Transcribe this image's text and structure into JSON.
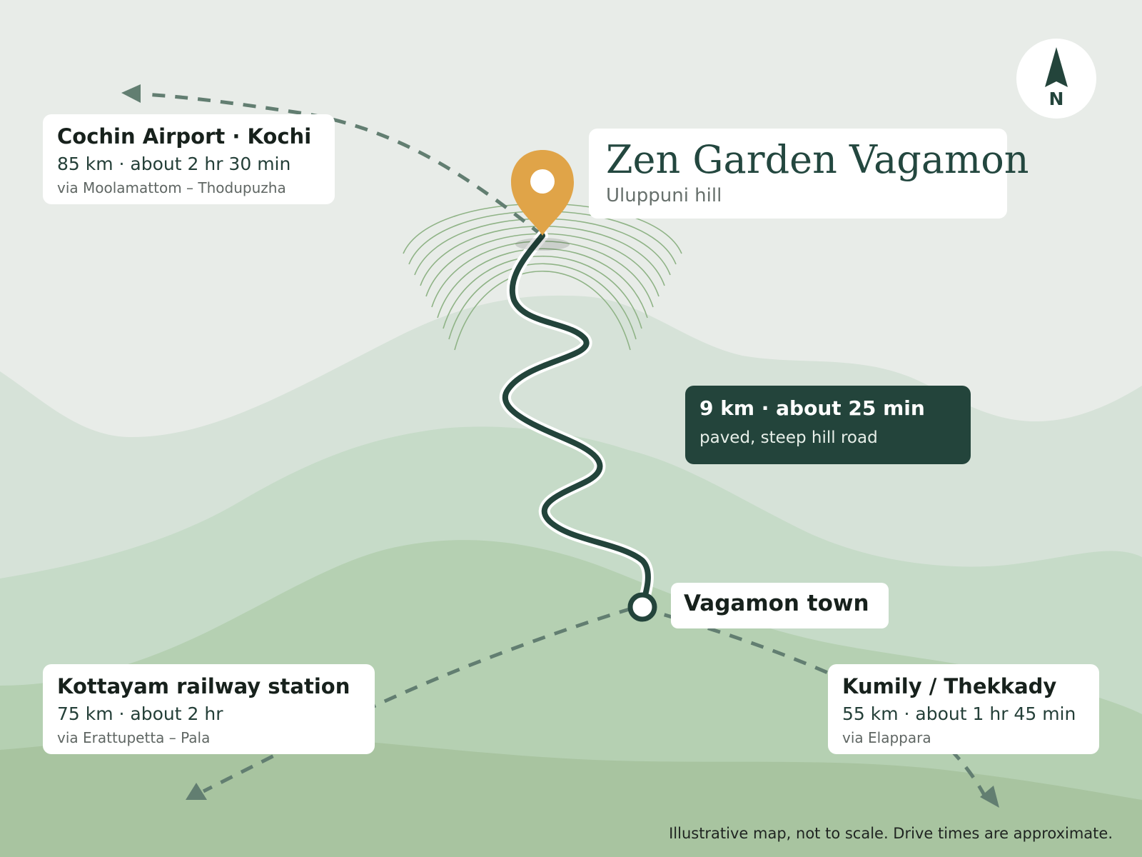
{
  "colors": {
    "sky": "#e8ece8",
    "hill_1": "#d6e2d8",
    "hill_2": "#c6dbc8",
    "hill_3": "#b5d0b2",
    "hill_4": "#a8c4a0",
    "road": "#23443b",
    "route_dashed": "#627e71",
    "pin": "#e0a448",
    "contour": "#8fb386",
    "card": "#ffffff",
    "road_card": "#23443b"
  },
  "destination": {
    "name": "Zen Garden Vagamon",
    "subtitle": "Uluppuni hill",
    "marker_icon": "map-pin-icon"
  },
  "road_info": {
    "distance_time": "9 km · about 25 min",
    "surface": "paved, steep hill road"
  },
  "town": {
    "name": "Vagamon town"
  },
  "routes": [
    {
      "id": "cochin",
      "title": "Cochin Airport · Kochi",
      "distance_time": "85 km · about 2 hr 30 min",
      "via": "via Moolamattom – Thodupuzha",
      "direction": "north-west"
    },
    {
      "id": "kottayam",
      "title": "Kottayam railway station",
      "distance_time": "75 km · about 2 hr",
      "via": "via Erattupetta – Pala",
      "direction": "south-west"
    },
    {
      "id": "kumily",
      "title": "Kumily / Thekkady",
      "distance_time": "55 km · about 1 hr 45 min",
      "via": "via Elappara",
      "direction": "south-east"
    }
  ],
  "compass": {
    "label": "N",
    "icon": "north-arrow-icon"
  },
  "footnote": "Illustrative map, not to scale. Drive times are approximate."
}
